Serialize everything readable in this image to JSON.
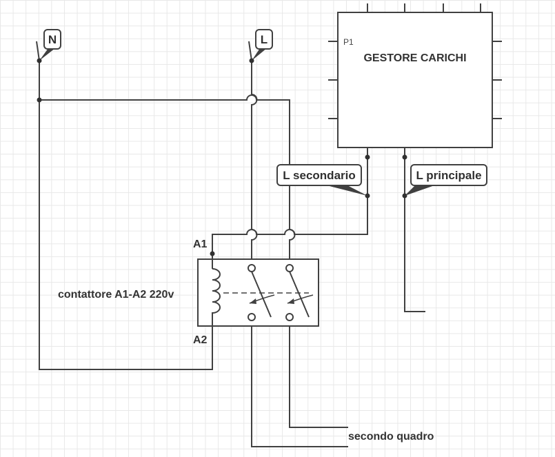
{
  "labels": {
    "neutral": "N",
    "line": "L",
    "manager_id": "P1",
    "manager_title": "GESTORE CARICHI",
    "l_secondary": "L secondario",
    "l_primary": "L principale",
    "a1": "A1",
    "a2": "A2",
    "contactor": "contattore A1-A2 220v",
    "second_panel": "secondo quadro"
  },
  "colors": {
    "wire": "#404040",
    "grid": "#e8e8e8",
    "background": "#ffffff"
  }
}
